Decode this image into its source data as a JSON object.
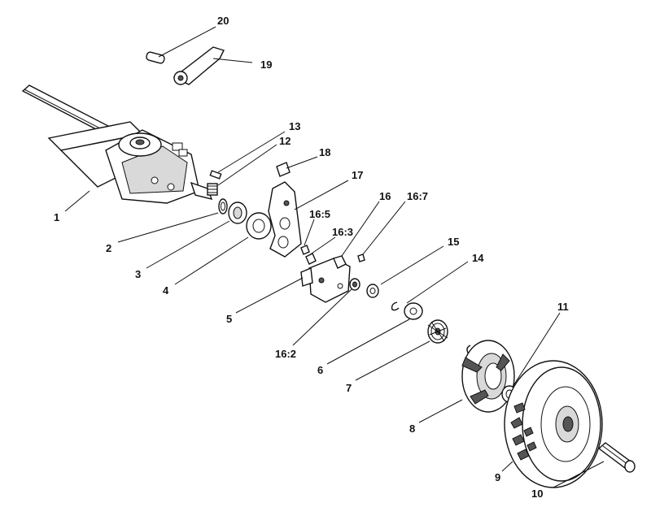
{
  "callouts": [
    {
      "id": "c20",
      "label": "20"
    },
    {
      "id": "c19",
      "label": "19"
    },
    {
      "id": "c13",
      "label": "13"
    },
    {
      "id": "c12",
      "label": "12"
    },
    {
      "id": "c18",
      "label": "18"
    },
    {
      "id": "c17",
      "label": "17"
    },
    {
      "id": "c16",
      "label": "16"
    },
    {
      "id": "c16_7",
      "label": "16:7"
    },
    {
      "id": "c16_5",
      "label": "16:5"
    },
    {
      "id": "c16_3",
      "label": "16:3"
    },
    {
      "id": "c15",
      "label": "15"
    },
    {
      "id": "c14",
      "label": "14"
    },
    {
      "id": "c1",
      "label": "1"
    },
    {
      "id": "c2",
      "label": "2"
    },
    {
      "id": "c3",
      "label": "3"
    },
    {
      "id": "c4",
      "label": "4"
    },
    {
      "id": "c5",
      "label": "5"
    },
    {
      "id": "c16_2",
      "label": "16:2"
    },
    {
      "id": "c6",
      "label": "6"
    },
    {
      "id": "c7",
      "label": "7"
    },
    {
      "id": "c11",
      "label": "11"
    },
    {
      "id": "c8",
      "label": "8"
    },
    {
      "id": "c9",
      "label": "9"
    },
    {
      "id": "c10",
      "label": "10"
    }
  ]
}
